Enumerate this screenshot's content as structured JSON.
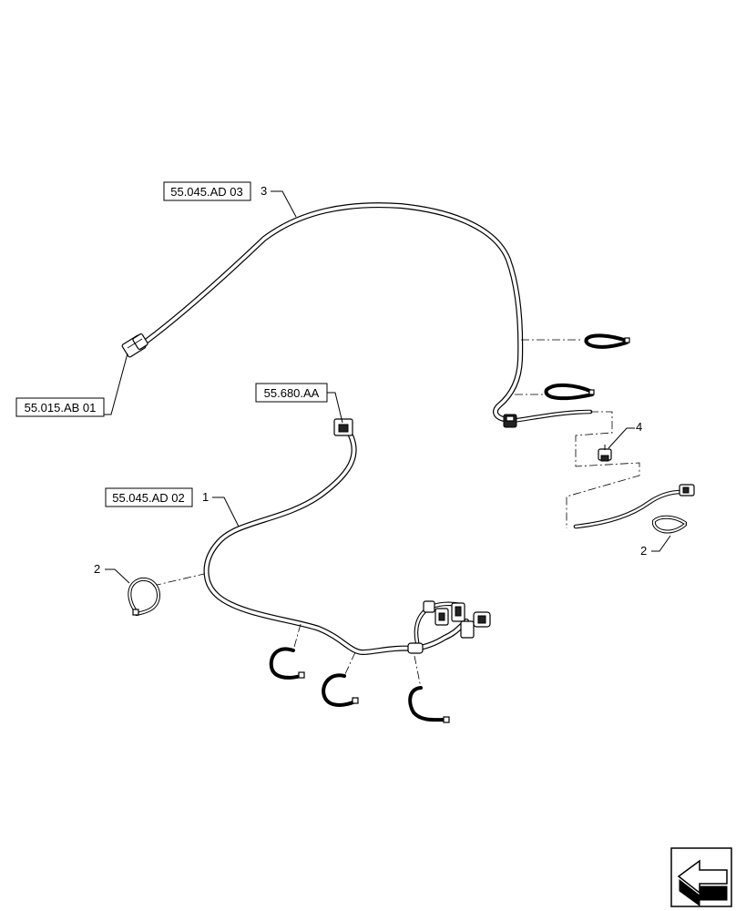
{
  "diagram": {
    "references": [
      {
        "id": "ref-55-045-ad-03",
        "label": "55.045.AD 03"
      },
      {
        "id": "ref-55-015-ab-01",
        "label": "55.015.AB 01"
      },
      {
        "id": "ref-55-680-aa",
        "label": "55.680.AA"
      },
      {
        "id": "ref-55-045-ad-02",
        "label": "55.045.AD 02"
      }
    ],
    "callouts": [
      {
        "id": "callout-3",
        "label": "3"
      },
      {
        "id": "callout-1",
        "label": "1"
      },
      {
        "id": "callout-2-left",
        "label": "2"
      },
      {
        "id": "callout-4",
        "label": "4"
      },
      {
        "id": "callout-2-right",
        "label": "2"
      }
    ],
    "parts": [
      {
        "number": "1",
        "name": "wire-harness-main"
      },
      {
        "number": "2",
        "name": "cable-tie"
      },
      {
        "number": "3",
        "name": "wire-harness-upper"
      },
      {
        "number": "4",
        "name": "clip"
      }
    ],
    "icons": {
      "navigation": "previous-page-arrow-icon"
    }
  }
}
